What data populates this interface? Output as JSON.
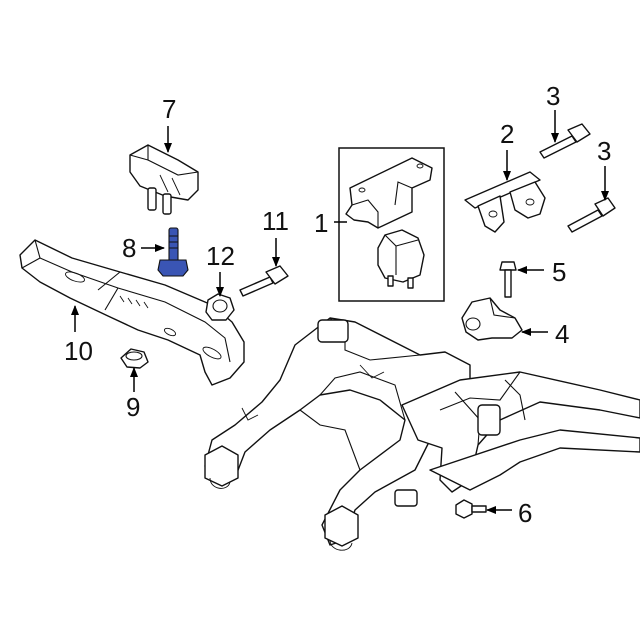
{
  "diagram": {
    "callouts": [
      {
        "id": "1",
        "label": "1"
      },
      {
        "id": "2",
        "label": "2"
      },
      {
        "id": "3a",
        "label": "3"
      },
      {
        "id": "3b",
        "label": "3"
      },
      {
        "id": "4",
        "label": "4"
      },
      {
        "id": "5",
        "label": "5"
      },
      {
        "id": "6",
        "label": "6"
      },
      {
        "id": "7",
        "label": "7"
      },
      {
        "id": "8",
        "label": "8"
      },
      {
        "id": "9",
        "label": "9"
      },
      {
        "id": "10",
        "label": "10"
      },
      {
        "id": "11",
        "label": "11"
      },
      {
        "id": "12",
        "label": "12"
      }
    ],
    "highlight_color": "#3a55b4",
    "line_color": "#111111"
  }
}
